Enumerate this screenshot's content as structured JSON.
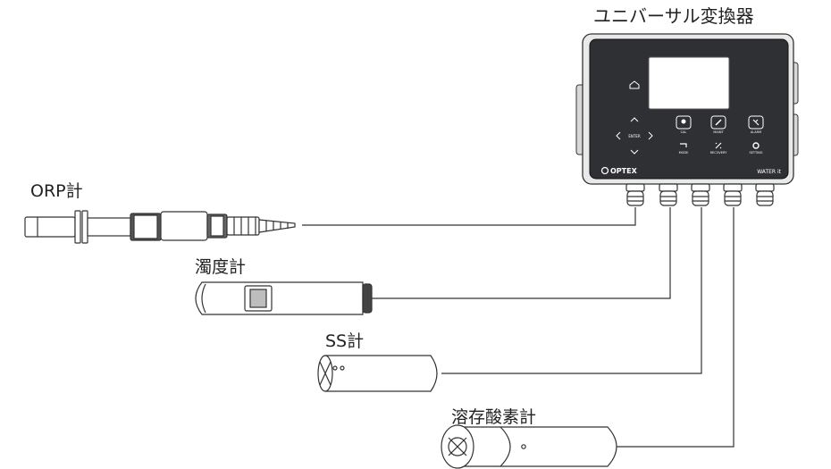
{
  "converter": {
    "title": "ユニバーサル変換器",
    "brand": "OPTEX",
    "model": "WATER it",
    "buttons": {
      "top": [
        "CAL",
        "MAINT",
        "ALARM"
      ],
      "bottom": [
        "MODE",
        "RECOVERY",
        "SETTING"
      ],
      "nav_center": "ENTER"
    }
  },
  "sensors": {
    "orp": {
      "label": "ORP計"
    },
    "turbidity": {
      "label": "濁度計"
    },
    "ss": {
      "label": "SS計"
    },
    "do": {
      "label": "溶存酸素計"
    }
  },
  "colors": {
    "line": "#333333",
    "device_face": "#2e3033",
    "device_body": "#e9e9e9",
    "screen": "#ffffff"
  }
}
